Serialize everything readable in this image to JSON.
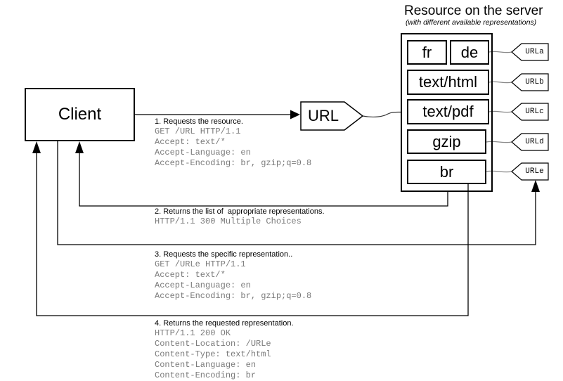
{
  "server_panel": {
    "title": "Resource on the server",
    "subtitle": "(with different available representations)",
    "representations": [
      {
        "label": "fr"
      },
      {
        "label": "de"
      },
      {
        "label": "text/html"
      },
      {
        "label": "text/pdf"
      },
      {
        "label": "gzip"
      },
      {
        "label": "br"
      }
    ]
  },
  "client": {
    "label": "Client"
  },
  "url_node": {
    "label": "URL"
  },
  "url_tags": [
    {
      "label": "URLa"
    },
    {
      "label": "URLb"
    },
    {
      "label": "URLc"
    },
    {
      "label": "URLd"
    },
    {
      "label": "URLe"
    }
  ],
  "steps": [
    {
      "title": "1. Requests the resource.",
      "lines": [
        "GET /URL HTTP/1.1",
        "Accept: text/*",
        "Accept-Language: en",
        "Accept-Encoding: br, gzip;q=0.8"
      ]
    },
    {
      "title": "2. Returns the list of  appropriate representations.",
      "lines": [
        "HTTP/1.1 300 Multiple Choices"
      ]
    },
    {
      "title": "3. Requests the specific representation..",
      "lines": [
        "GET /URLe HTTP/1.1",
        "Accept: text/*",
        "Accept-Language: en",
        "Accept-Encoding: br, gzip;q=0.8"
      ]
    },
    {
      "title": "4. Returns the requested representation.",
      "lines": [
        "HTTP/1.1 200 OK",
        "Content-Location: /URLe",
        "Content-Type: text/html",
        "Content-Language: en",
        "Content-Encoding: br"
      ]
    }
  ],
  "colors": {
    "stroke": "#000000",
    "http_text": "#7a7a7a",
    "tag_connector": "#888888",
    "background": "#ffffff"
  }
}
